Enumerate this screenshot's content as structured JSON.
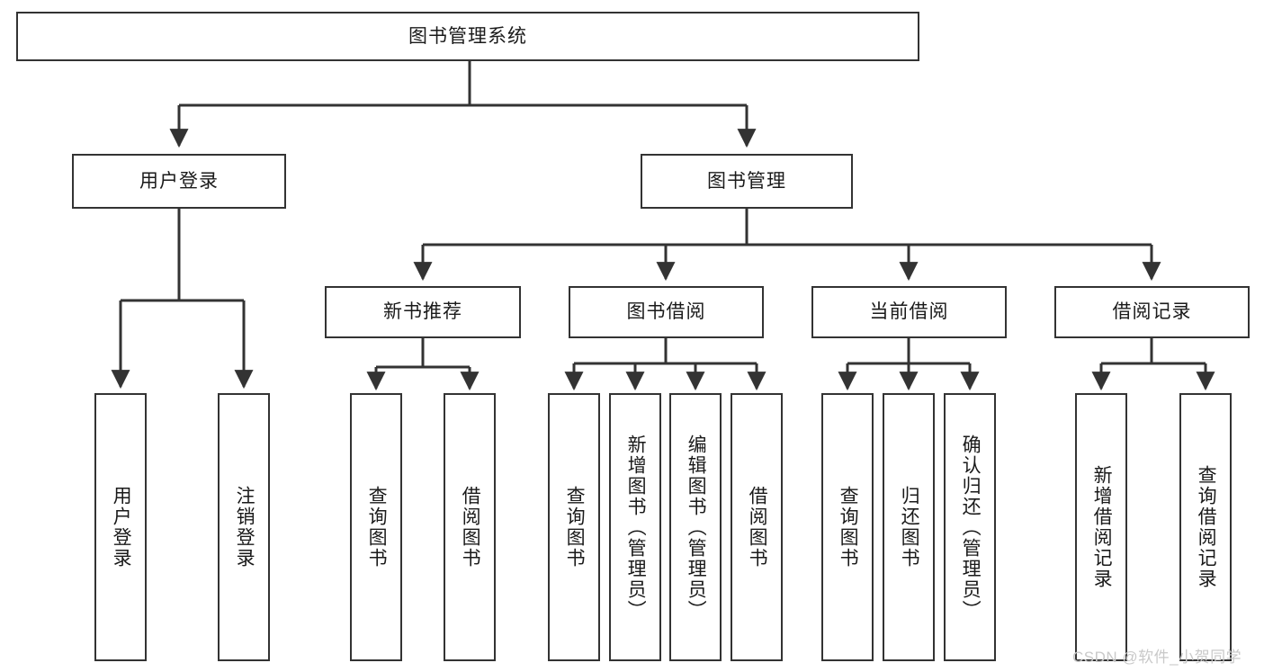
{
  "diagram": {
    "title": "图书管理系统",
    "type": "tree-hierarchy",
    "colors": {
      "stroke": "#333333",
      "fill": "#ffffff",
      "text": "#1a1a1a",
      "watermark": "#c9c9c9"
    },
    "nodes": {
      "root": {
        "label": "图书管理系统"
      },
      "level2": [
        {
          "label": "用户登录"
        },
        {
          "label": "图书管理"
        }
      ],
      "level3": [
        {
          "label": "新书推荐"
        },
        {
          "label": "图书借阅"
        },
        {
          "label": "当前借阅"
        },
        {
          "label": "借阅记录"
        }
      ],
      "leaves": {
        "user_login": [
          {
            "label": "用户登录"
          },
          {
            "label": "注销登录"
          }
        ],
        "new_book": [
          {
            "label": "查询图书"
          },
          {
            "label": "借阅图书"
          }
        ],
        "book_borrow": [
          {
            "label": "查询图书"
          },
          {
            "label": "新增图书（管理员）"
          },
          {
            "label": "编辑图书（管理员）"
          },
          {
            "label": "借阅图书"
          }
        ],
        "current_borrow": [
          {
            "label": "查询图书"
          },
          {
            "label": "归还图书"
          },
          {
            "label": "确认归还（管理员）"
          }
        ],
        "borrow_record": [
          {
            "label": "新增借阅记录"
          },
          {
            "label": "查询借阅记录"
          }
        ]
      }
    }
  },
  "watermark": {
    "text": "CSDN @软件_小贺同学"
  }
}
